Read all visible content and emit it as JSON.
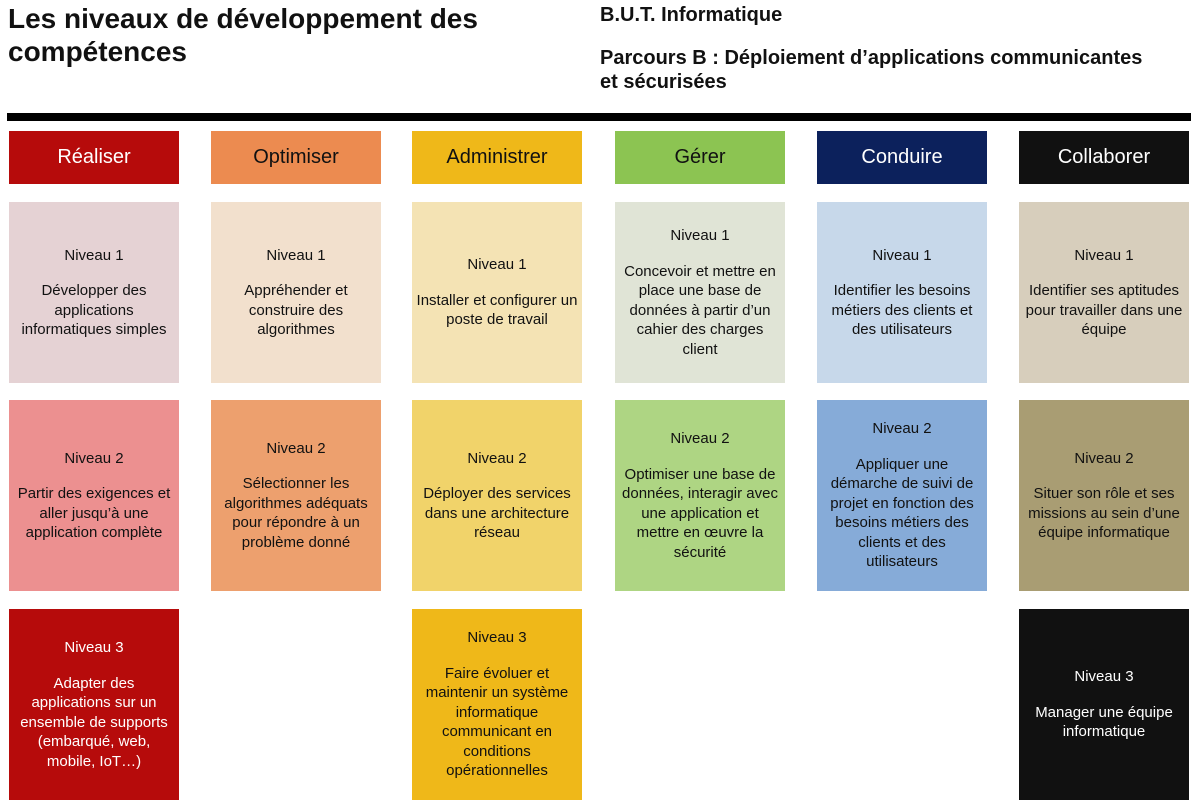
{
  "header": {
    "title": "Les niveaux de développement des compétences",
    "program": "B.U.T. Informatique",
    "parcours": "Parcours B : Déploiement d’applications communicantes et sécurisées"
  },
  "competences": [
    {
      "name": "Réaliser",
      "header_bg": "#B60B0B",
      "header_fg": "#FFFFFF",
      "levels": [
        {
          "label": "Niveau 1",
          "text": "Développer des applications informatiques simples",
          "bg": "#E5D2D4",
          "fg": "#111111"
        },
        {
          "label": "Niveau 2",
          "text": "Partir des exigences et aller jusqu’à une application complète",
          "bg": "#EC9090",
          "fg": "#111111"
        },
        {
          "label": "Niveau 3",
          "text": "Adapter des applications sur un ensemble de supports (embarqué, web, mobile, IoT…)",
          "bg": "#B60B0B",
          "fg": "#FFFFFF"
        }
      ]
    },
    {
      "name": "Optimiser",
      "header_bg": "#EC8B50",
      "header_fg": "#111111",
      "levels": [
        {
          "label": "Niveau 1",
          "text": "Appréhender et construire des algorithmes",
          "bg": "#F2E0CD",
          "fg": "#111111"
        },
        {
          "label": "Niveau 2",
          "text": "Sélectionner les algorithmes adéquats pour répondre à un problème donné",
          "bg": "#EDA06E",
          "fg": "#111111"
        }
      ]
    },
    {
      "name": "Administrer",
      "header_bg": "#EFB819",
      "header_fg": "#111111",
      "levels": [
        {
          "label": "Niveau 1",
          "text": "Installer et configurer un poste de travail",
          "bg": "#F4E3B4",
          "fg": "#111111"
        },
        {
          "label": "Niveau 2",
          "text": "Déployer des services dans une architecture réseau",
          "bg": "#F1D36A",
          "fg": "#111111"
        },
        {
          "label": "Niveau 3",
          "text": "Faire évoluer et maintenir un système informatique communicant en conditions opérationnelles",
          "bg": "#EFB819",
          "fg": "#111111"
        }
      ]
    },
    {
      "name": "Gérer",
      "header_bg": "#8CC452",
      "header_fg": "#111111",
      "levels": [
        {
          "label": "Niveau 1",
          "text": "Concevoir et mettre en place une base de données à partir d’un cahier des charges client",
          "bg": "#E0E4D6",
          "fg": "#111111"
        },
        {
          "label": "Niveau 2",
          "text": "Optimiser une base de données, interagir avec une application et mettre en œuvre la sécurité",
          "bg": "#AED583",
          "fg": "#111111"
        }
      ]
    },
    {
      "name": "Conduire",
      "header_bg": "#0C215C",
      "header_fg": "#FFFFFF",
      "levels": [
        {
          "label": "Niveau 1",
          "text": "Identifier les besoins métiers des clients et des utilisateurs",
          "bg": "#C7D8EA",
          "fg": "#111111"
        },
        {
          "label": "Niveau 2",
          "text": "Appliquer une démarche de suivi de projet en fonction des besoins métiers des clients et des utilisateurs",
          "bg": "#86ABD8",
          "fg": "#111111"
        }
      ]
    },
    {
      "name": "Collaborer",
      "header_bg": "#111111",
      "header_fg": "#FFFFFF",
      "levels": [
        {
          "label": "Niveau 1",
          "text": "Identifier ses aptitudes pour travailler dans une équipe",
          "bg": "#D7CEBC",
          "fg": "#111111"
        },
        {
          "label": "Niveau 2",
          "text": "Situer son rôle et ses missions au sein d’une équipe informatique",
          "bg": "#A99D73",
          "fg": "#111111"
        },
        {
          "label": "Niveau 3",
          "text": "Manager une équipe informatique",
          "bg": "#111111",
          "fg": "#FFFFFF"
        }
      ]
    }
  ]
}
